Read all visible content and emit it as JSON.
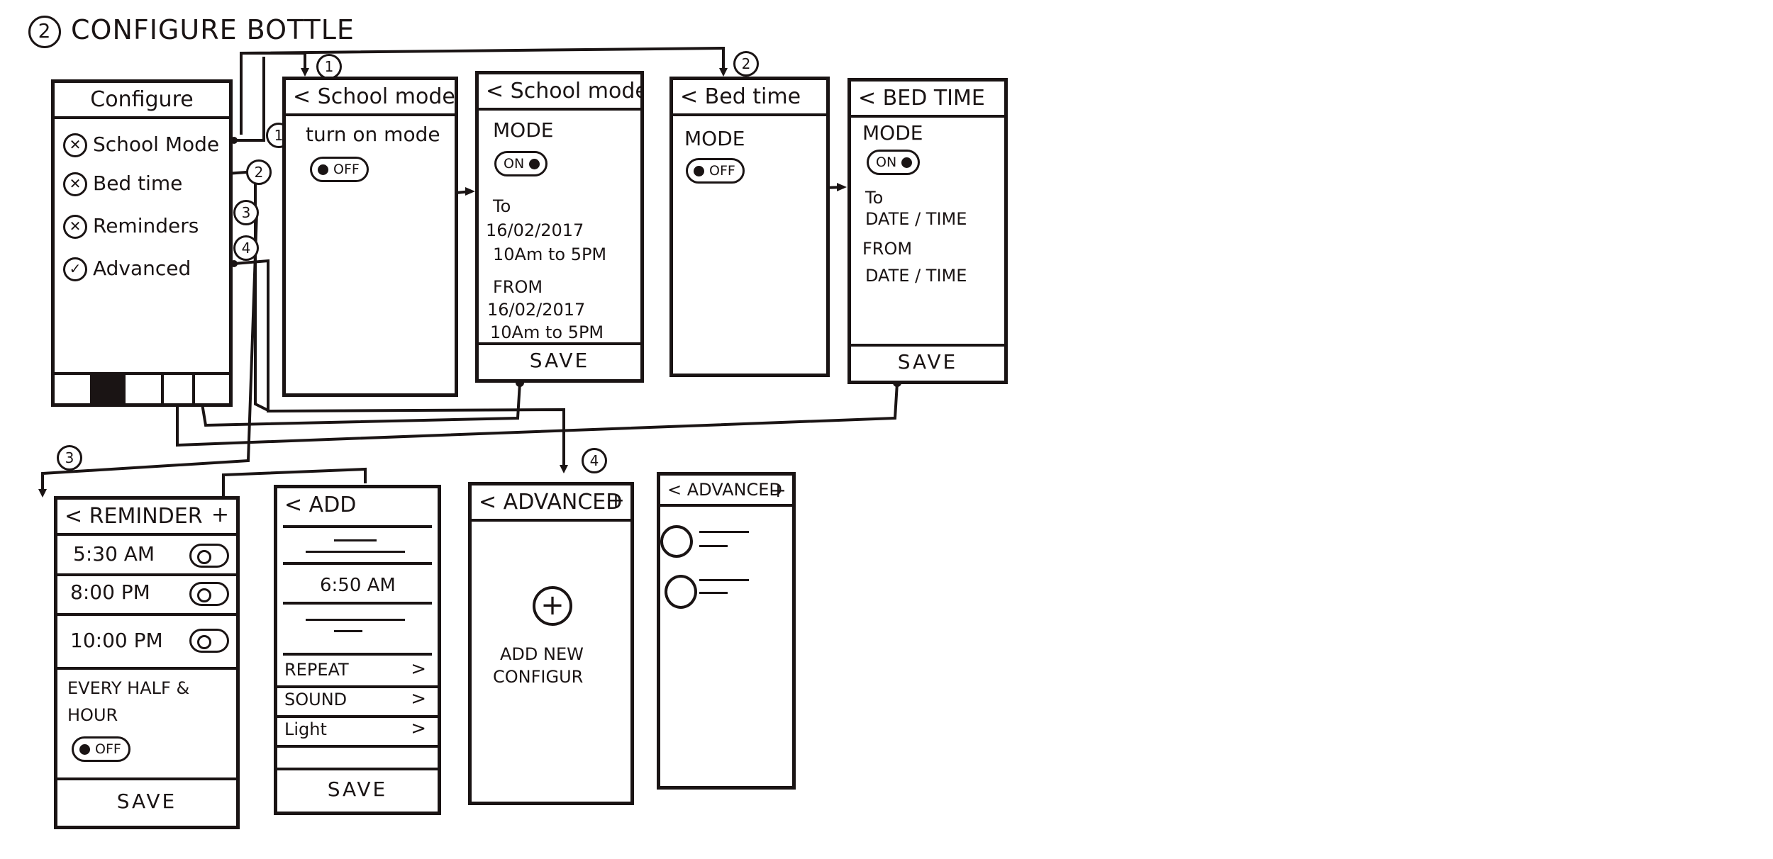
{
  "title": {
    "number": "2",
    "text": "CONFIGURE BOTTLE"
  },
  "badges": {
    "b1": "1",
    "b2": "2",
    "b3": "3",
    "b4": "4"
  },
  "configure": {
    "header": "Configure",
    "items": [
      {
        "label": "School Mode",
        "badge": "1",
        "icon": "x-circle-icon"
      },
      {
        "label": "Bed time",
        "badge": "2",
        "icon": "x-circle-icon"
      },
      {
        "label": "Reminders",
        "badge": "3",
        "icon": "x-circle-icon"
      },
      {
        "label": "Advanced",
        "badge": "4",
        "icon": "check-circle-icon"
      }
    ]
  },
  "school_mode_off": {
    "header": "< School mode",
    "label": "turn on mode",
    "toggle": "OFF"
  },
  "school_mode_on": {
    "header": "< School mode",
    "mode_label": "MODE",
    "toggle": "ON",
    "to_label": "To",
    "to_date": "16/02/2017",
    "to_time": "10Am to 5PM",
    "from_label": "FROM",
    "from_date": "16/02/2017",
    "from_time": "10Am to 5PM",
    "save": "SAVE"
  },
  "bed_time_off": {
    "header": "< Bed time",
    "mode_label": "MODE",
    "toggle": "OFF"
  },
  "bed_time_on": {
    "header": "< BED TIME",
    "mode_label": "MODE",
    "toggle": "ON",
    "to_label": "To",
    "to_value": "DATE / TIME",
    "from_label": "FROM",
    "from_value": "DATE / TIME",
    "save": "SAVE"
  },
  "reminder": {
    "header": "< REMINDER",
    "add": "+",
    "times": [
      "5:30 AM",
      "8:00 PM",
      "10:00 PM"
    ],
    "every_label_1": "EVERY HALF &",
    "every_label_2": "HOUR",
    "toggle": "OFF",
    "save": "SAVE"
  },
  "add": {
    "header": "< ADD",
    "time": "6:50 AM",
    "options": [
      "REPEAT",
      "SOUND",
      "Light"
    ],
    "chevron": ">",
    "save": "SAVE"
  },
  "advanced_empty": {
    "header": "< ADVANCED",
    "add": "+",
    "plus": "+",
    "line1": "ADD NEW",
    "line2": "CONFIGUR"
  },
  "advanced_list": {
    "header": "< ADVANCED",
    "add": "+"
  }
}
